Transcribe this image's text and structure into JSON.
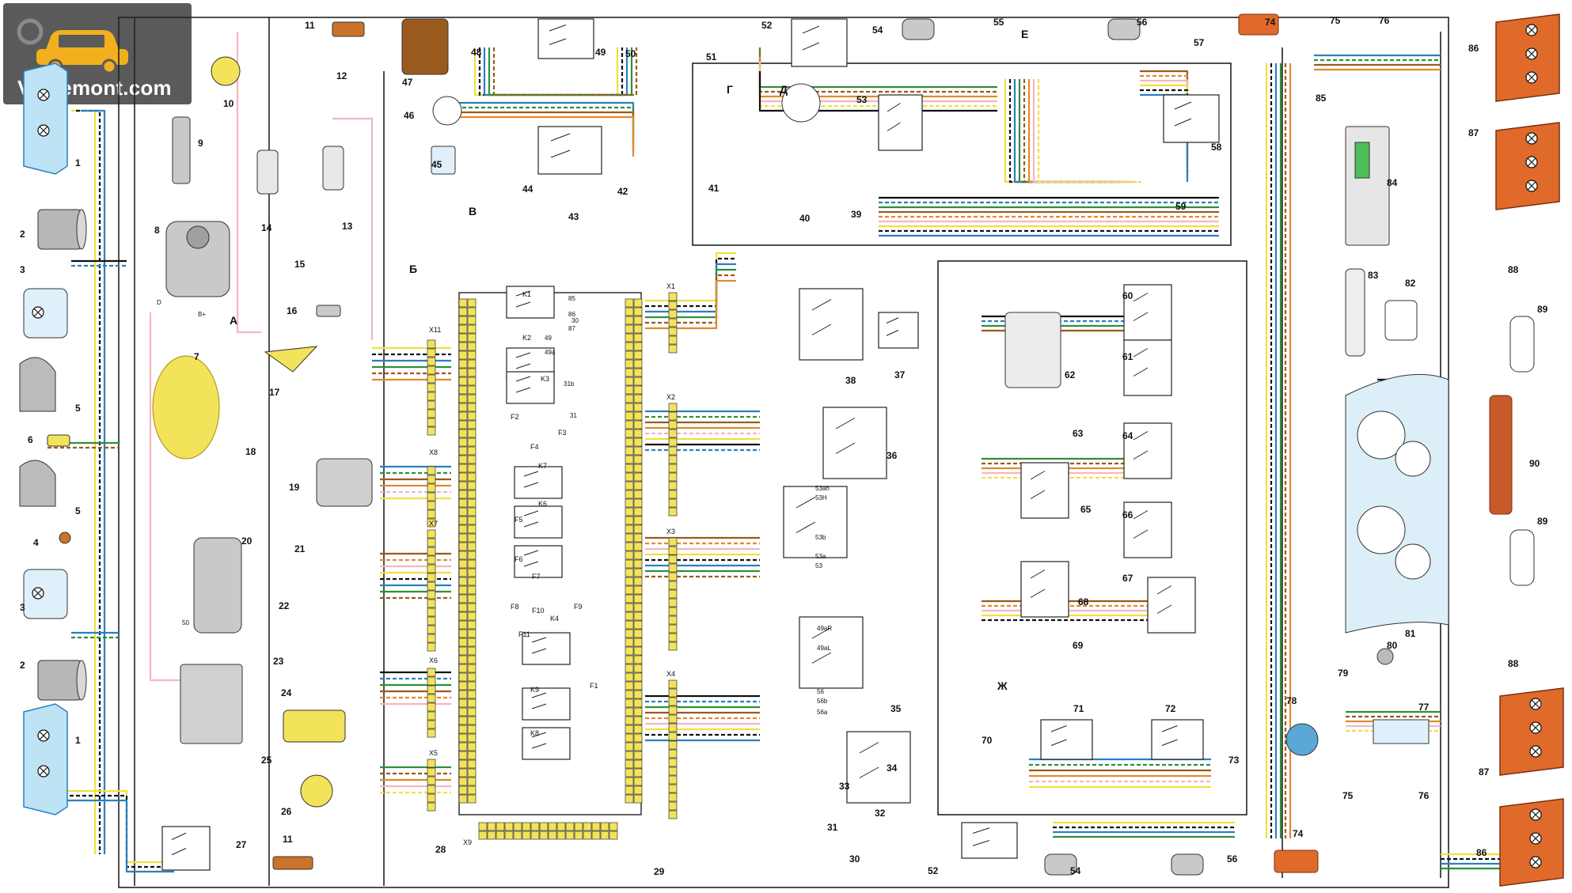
{
  "watermark": {
    "text": "Vazremont.com"
  },
  "component_numbers": [
    "1",
    "2",
    "3",
    "4",
    "5",
    "6",
    "7",
    "8",
    "9",
    "10",
    "11",
    "12",
    "13",
    "14",
    "15",
    "16",
    "17",
    "18",
    "19",
    "20",
    "21",
    "22",
    "23",
    "24",
    "25",
    "26",
    "27",
    "28",
    "29",
    "30",
    "31",
    "32",
    "33",
    "34",
    "35",
    "36",
    "37",
    "38",
    "39",
    "40",
    "41",
    "42",
    "43",
    "44",
    "45",
    "46",
    "47",
    "48",
    "49",
    "50",
    "51",
    "52",
    "53",
    "54",
    "55",
    "56",
    "57",
    "58",
    "59",
    "60",
    "61",
    "62",
    "63",
    "64",
    "65",
    "66",
    "67",
    "68",
    "69",
    "70",
    "71",
    "72",
    "73",
    "74",
    "75",
    "76",
    "77",
    "78",
    "79",
    "80",
    "81",
    "82",
    "83",
    "84",
    "85",
    "86",
    "87",
    "88",
    "89",
    "90"
  ],
  "connector_letters": {
    "A": "А",
    "B": "Б",
    "V": "В",
    "G": "Г",
    "D": "Д",
    "E": "Е",
    "ZH": "Ж"
  },
  "block_connectors": [
    "X1",
    "X2",
    "X3",
    "X4",
    "X5",
    "X6",
    "X7",
    "X8",
    "X9",
    "X11"
  ],
  "relays": [
    "K1",
    "K2",
    "K3",
    "K4",
    "K6",
    "K7",
    "K8",
    "K9"
  ],
  "fuses": [
    "F1",
    "F2",
    "F3",
    "F4",
    "F5",
    "F6",
    "F7",
    "F8",
    "F9",
    "F10",
    "F11"
  ],
  "terminal_labels": {
    "t85": "85",
    "t86": "86",
    "t87": "87",
    "t30": "30",
    "t49": "49",
    "t49a": "49a",
    "t31b": "31b",
    "t31": "31",
    "t53ah": "53ah",
    "t53h": "53H",
    "t53b": "53b",
    "t53a": "53a",
    "t53": "53",
    "t49aR": "49aR",
    "t49aL": "49aL",
    "t56": "56",
    "t56a": "56a",
    "t56b": "56b",
    "t50": "50",
    "tD": "D",
    "tBplus": "B+"
  },
  "colors": {
    "yellow": "#f0e040",
    "black": "#111111",
    "pink": "#f4b6c2",
    "blue": "#2a7fc0",
    "green": "#2f8f3a",
    "brown": "#9a5a1e",
    "orange": "#e08a2e",
    "white": "#ffffff"
  }
}
